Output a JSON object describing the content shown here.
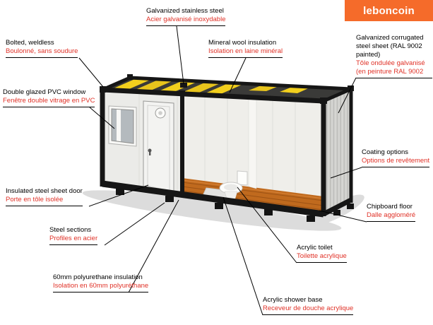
{
  "brand": {
    "name": "leboncoin"
  },
  "diagram": {
    "subject": "container-module-annotated-diagram",
    "labels": [
      {
        "en": "Galvanized stainless steel",
        "fr": "Acier galvanisé inoxydable"
      },
      {
        "en": "Bolted, weldless",
        "fr": "Boulonné, sans soudure"
      },
      {
        "en": "Mineral wool insulation",
        "fr": "Isolation en laine minéral"
      },
      {
        "en": "Galvanized corrugated steel sheet (RAL 9002 painted)",
        "fr": "Tôle ondulée galvanisé (en peinture RAL 9002"
      },
      {
        "en": "Double glazed PVC window",
        "fr": "Fenêtre double vitrage en PVC"
      },
      {
        "en": "Coating options",
        "fr": "Options de revêtement"
      },
      {
        "en": "Insulated steel sheet door",
        "fr": "Porte en tôle isolée"
      },
      {
        "en": "Chipboard floor",
        "fr": "Dalle aggloméré"
      },
      {
        "en": "Steel sections",
        "fr": "Profiles en acier"
      },
      {
        "en": "Acrylic toilet",
        "fr": "Toilette acrylique"
      },
      {
        "en": "60mm polyurethane insulation",
        "fr": "Isolation en 60mm polyuréthane"
      },
      {
        "en": "Acrylic shower base",
        "fr": "Receveur de douche acrylique"
      }
    ]
  },
  "colors": {
    "brand_orange": "#f56b2a",
    "label_red": "#e03127",
    "insulation_yellow": "#e8c41c",
    "wood_floor": "#c06a1e",
    "frame_black": "#161616"
  }
}
